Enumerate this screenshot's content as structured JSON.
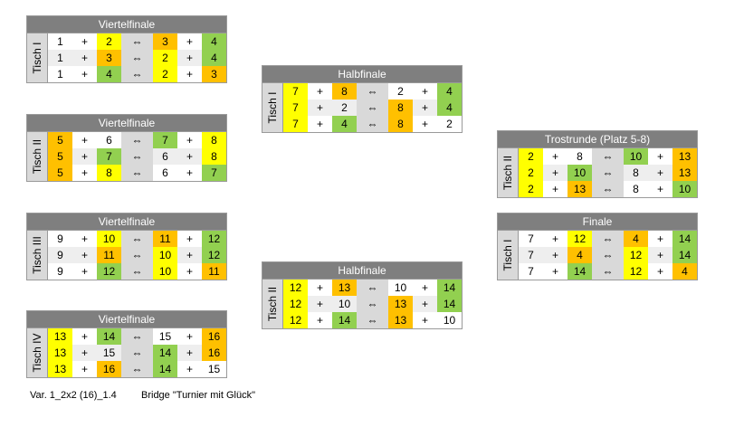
{
  "colors": {
    "yellow": "#ffff00",
    "orange": "#ffc000",
    "green": "#92d050",
    "header": "#7f7f7f",
    "side": "#d9d9d9"
  },
  "symbols": {
    "plus": "+",
    "equiv": "⇔"
  },
  "tables": [
    {
      "id": "vf1",
      "title": "Viertelfinale",
      "side": "Tisch I",
      "rows": [
        [
          {
            "v": "1",
            "c": ""
          },
          {
            "v": "2",
            "c": "y"
          },
          {
            "v": "3",
            "c": "o"
          },
          {
            "v": "4",
            "c": "g"
          }
        ],
        [
          {
            "v": "1",
            "c": ""
          },
          {
            "v": "3",
            "c": "o"
          },
          {
            "v": "2",
            "c": "y"
          },
          {
            "v": "4",
            "c": "g"
          }
        ],
        [
          {
            "v": "1",
            "c": ""
          },
          {
            "v": "4",
            "c": "g"
          },
          {
            "v": "2",
            "c": "y"
          },
          {
            "v": "3",
            "c": "o"
          }
        ]
      ]
    },
    {
      "id": "vf2",
      "title": "Viertelfinale",
      "side": "Tisch II",
      "rows": [
        [
          {
            "v": "5",
            "c": "o"
          },
          {
            "v": "6",
            "c": ""
          },
          {
            "v": "7",
            "c": "g"
          },
          {
            "v": "8",
            "c": "y"
          }
        ],
        [
          {
            "v": "5",
            "c": "o"
          },
          {
            "v": "7",
            "c": "g"
          },
          {
            "v": "6",
            "c": ""
          },
          {
            "v": "8",
            "c": "y"
          }
        ],
        [
          {
            "v": "5",
            "c": "o"
          },
          {
            "v": "8",
            "c": "y"
          },
          {
            "v": "6",
            "c": ""
          },
          {
            "v": "7",
            "c": "g"
          }
        ]
      ]
    },
    {
      "id": "vf3",
      "title": "Viertelfinale",
      "side": "Tisch III",
      "rows": [
        [
          {
            "v": "9",
            "c": ""
          },
          {
            "v": "10",
            "c": "y"
          },
          {
            "v": "11",
            "c": "o"
          },
          {
            "v": "12",
            "c": "g"
          }
        ],
        [
          {
            "v": "9",
            "c": ""
          },
          {
            "v": "11",
            "c": "o"
          },
          {
            "v": "10",
            "c": "y"
          },
          {
            "v": "12",
            "c": "g"
          }
        ],
        [
          {
            "v": "9",
            "c": ""
          },
          {
            "v": "12",
            "c": "g"
          },
          {
            "v": "10",
            "c": "y"
          },
          {
            "v": "11",
            "c": "o"
          }
        ]
      ]
    },
    {
      "id": "vf4",
      "title": "Viertelfinale",
      "side": "Tisch IV",
      "rows": [
        [
          {
            "v": "13",
            "c": "y"
          },
          {
            "v": "14",
            "c": "g"
          },
          {
            "v": "15",
            "c": ""
          },
          {
            "v": "16",
            "c": "o"
          }
        ],
        [
          {
            "v": "13",
            "c": "y"
          },
          {
            "v": "15",
            "c": ""
          },
          {
            "v": "14",
            "c": "g"
          },
          {
            "v": "16",
            "c": "o"
          }
        ],
        [
          {
            "v": "13",
            "c": "y"
          },
          {
            "v": "16",
            "c": "o"
          },
          {
            "v": "14",
            "c": "g"
          },
          {
            "v": "15",
            "c": ""
          }
        ]
      ]
    },
    {
      "id": "hf1",
      "title": "Halbfinale",
      "side": "Tisch I",
      "rows": [
        [
          {
            "v": "7",
            "c": "y"
          },
          {
            "v": "8",
            "c": "o"
          },
          {
            "v": "2",
            "c": ""
          },
          {
            "v": "4",
            "c": "g"
          }
        ],
        [
          {
            "v": "7",
            "c": "y"
          },
          {
            "v": "2",
            "c": ""
          },
          {
            "v": "8",
            "c": "o"
          },
          {
            "v": "4",
            "c": "g"
          }
        ],
        [
          {
            "v": "7",
            "c": "y"
          },
          {
            "v": "4",
            "c": "g"
          },
          {
            "v": "8",
            "c": "o"
          },
          {
            "v": "2",
            "c": ""
          }
        ]
      ]
    },
    {
      "id": "hf2",
      "title": "Halbfinale",
      "side": "Tisch II",
      "rows": [
        [
          {
            "v": "12",
            "c": "y"
          },
          {
            "v": "13",
            "c": "o"
          },
          {
            "v": "10",
            "c": ""
          },
          {
            "v": "14",
            "c": "g"
          }
        ],
        [
          {
            "v": "12",
            "c": "y"
          },
          {
            "v": "10",
            "c": ""
          },
          {
            "v": "13",
            "c": "o"
          },
          {
            "v": "14",
            "c": "g"
          }
        ],
        [
          {
            "v": "12",
            "c": "y"
          },
          {
            "v": "14",
            "c": "g"
          },
          {
            "v": "13",
            "c": "o"
          },
          {
            "v": "10",
            "c": ""
          }
        ]
      ]
    },
    {
      "id": "tr",
      "title": "Trostrunde (Platz 5-8)",
      "side": "Tisch II",
      "rows": [
        [
          {
            "v": "2",
            "c": "y"
          },
          {
            "v": "8",
            "c": ""
          },
          {
            "v": "10",
            "c": "g"
          },
          {
            "v": "13",
            "c": "o"
          }
        ],
        [
          {
            "v": "2",
            "c": "y"
          },
          {
            "v": "10",
            "c": "g"
          },
          {
            "v": "8",
            "c": ""
          },
          {
            "v": "13",
            "c": "o"
          }
        ],
        [
          {
            "v": "2",
            "c": "y"
          },
          {
            "v": "13",
            "c": "o"
          },
          {
            "v": "8",
            "c": ""
          },
          {
            "v": "10",
            "c": "g"
          }
        ]
      ]
    },
    {
      "id": "fi",
      "title": "Finale",
      "side": "Tisch I",
      "rows": [
        [
          {
            "v": "7",
            "c": ""
          },
          {
            "v": "12",
            "c": "y"
          },
          {
            "v": "4",
            "c": "o"
          },
          {
            "v": "14",
            "c": "g"
          }
        ],
        [
          {
            "v": "7",
            "c": ""
          },
          {
            "v": "4",
            "c": "o"
          },
          {
            "v": "12",
            "c": "y"
          },
          {
            "v": "14",
            "c": "g"
          }
        ],
        [
          {
            "v": "7",
            "c": ""
          },
          {
            "v": "14",
            "c": "g"
          },
          {
            "v": "12",
            "c": "y"
          },
          {
            "v": "4",
            "c": "o"
          }
        ]
      ]
    }
  ],
  "footer": {
    "variant": "Var. 1_2x2 (16)_1.4",
    "title": "Bridge \"Turnier mit Glück\""
  }
}
